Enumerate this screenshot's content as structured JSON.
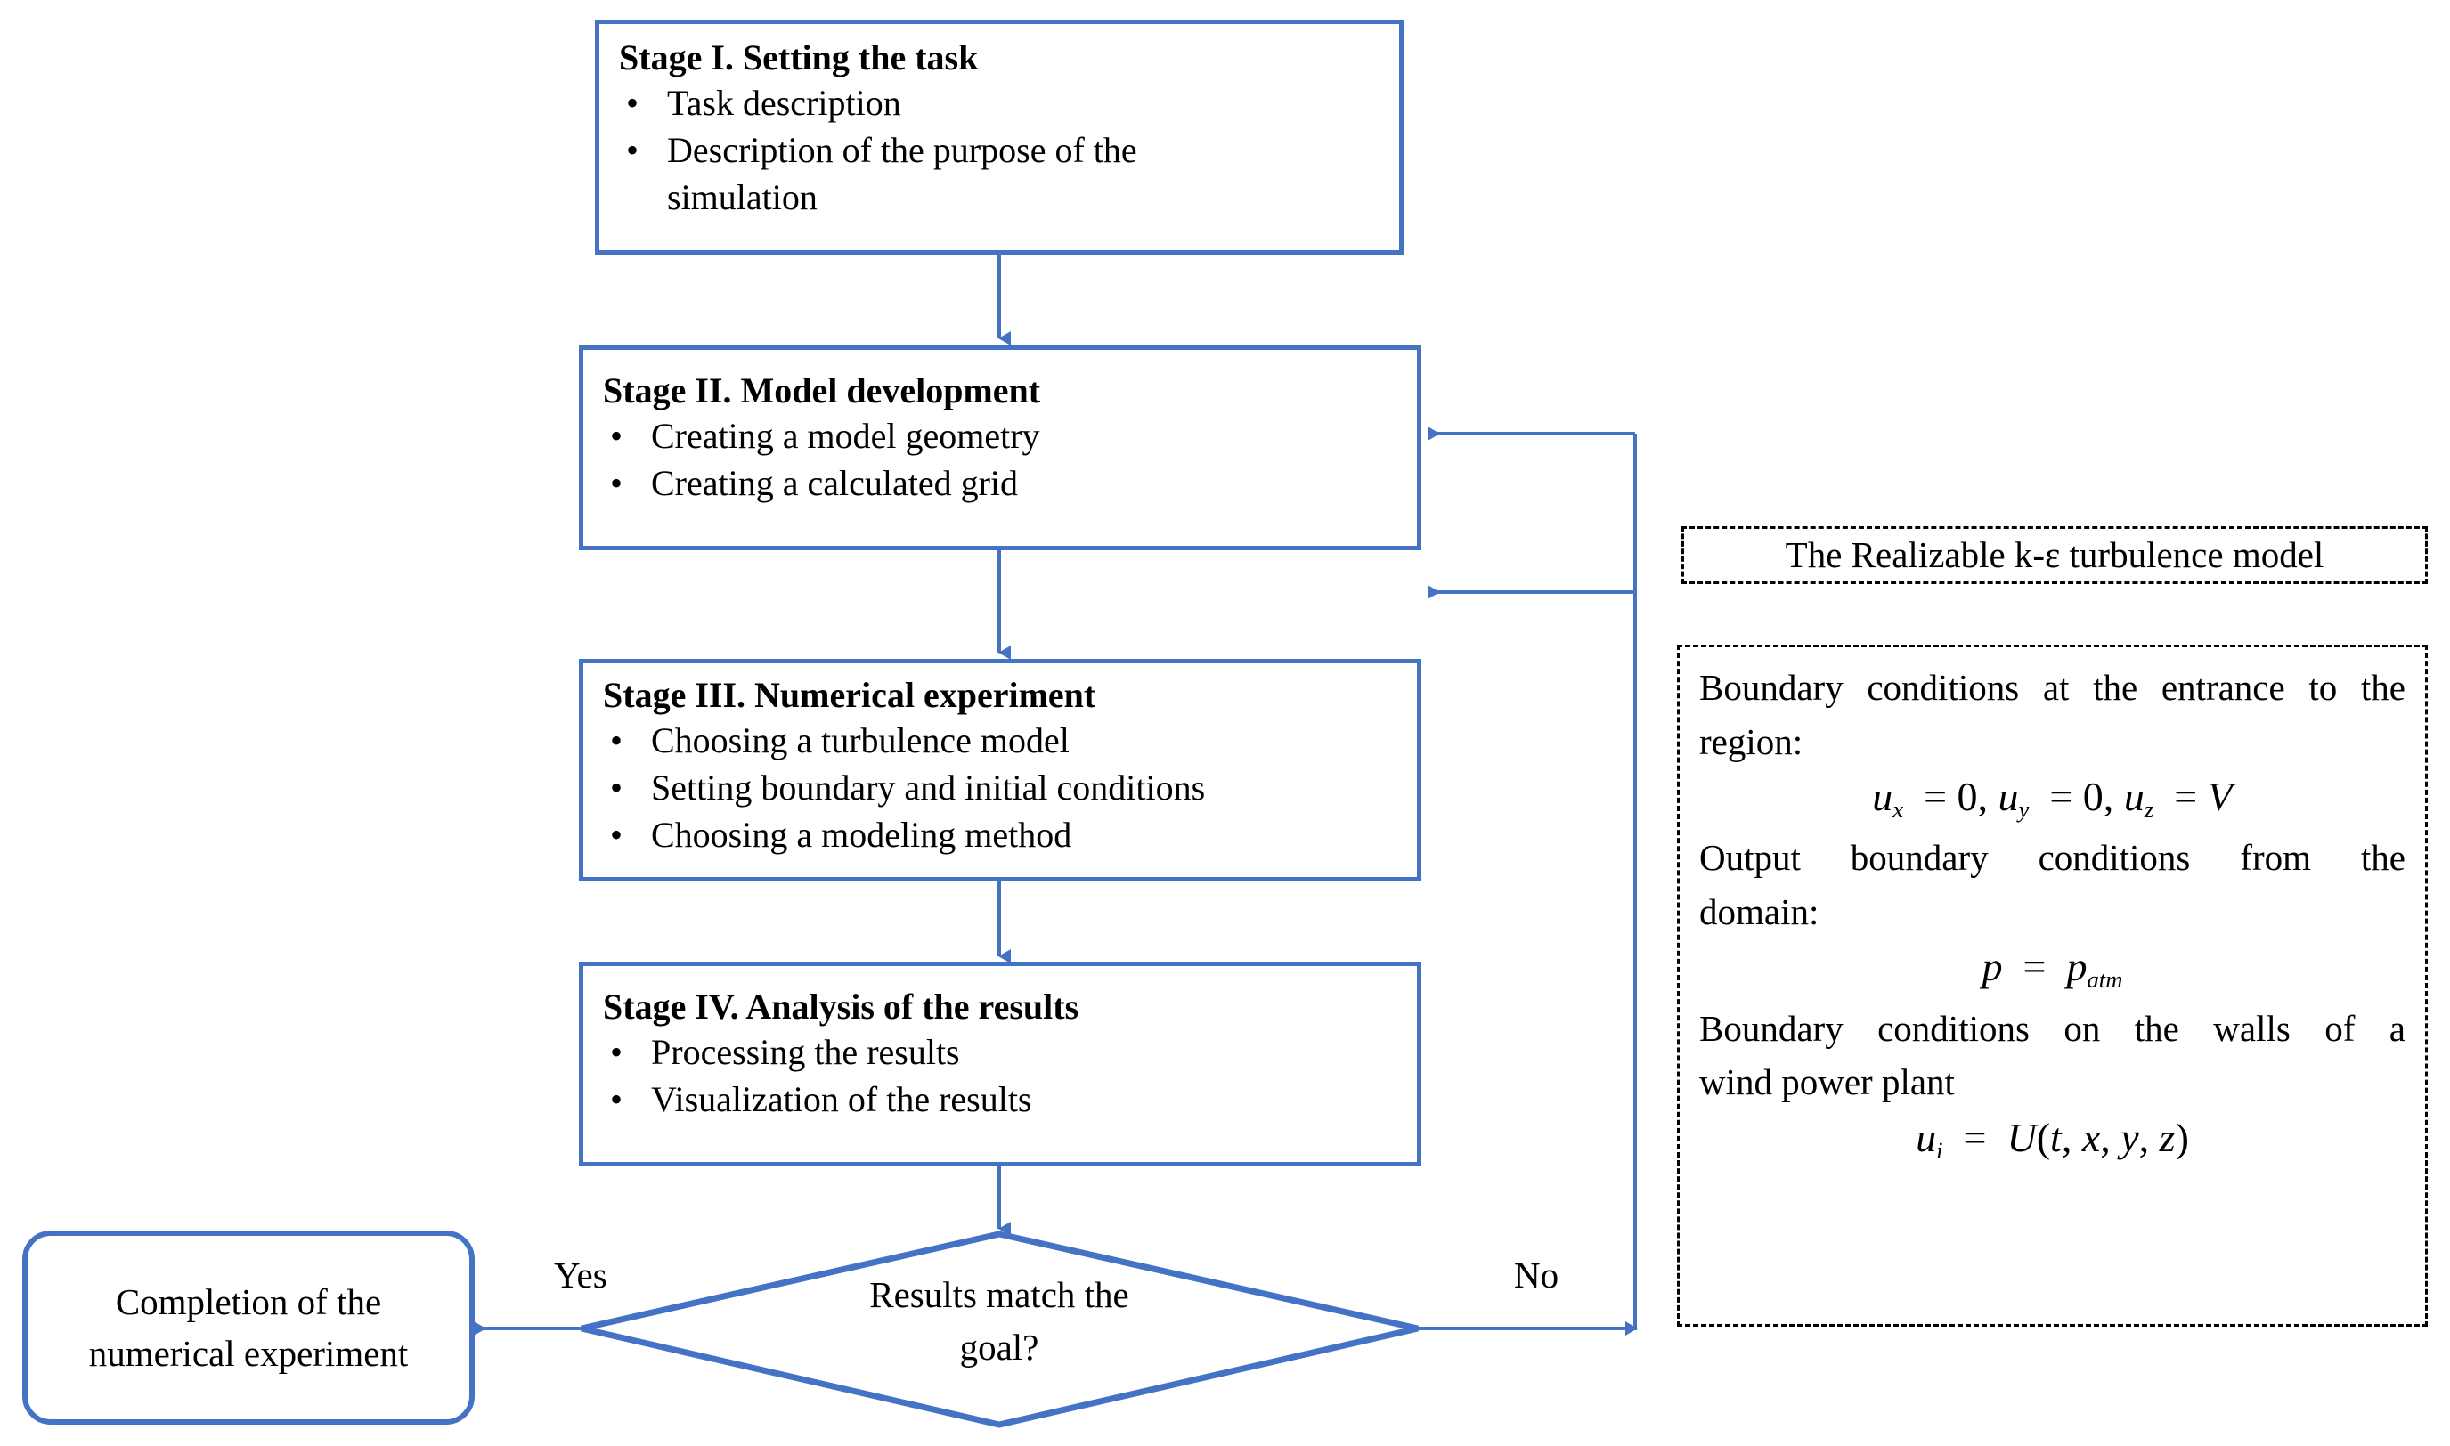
{
  "diagram": {
    "type": "flowchart",
    "title": "CFD numerical experiment workflow",
    "accent_color": "#4472C4",
    "note_border_color": "#000000",
    "text_color": "#000000",
    "background": "#ffffff"
  },
  "stages": [
    {
      "id": "stage-1",
      "title": "Stage I. Setting the task",
      "bullets": [
        "Task description",
        "Description of the purpose of the",
        "simulation"
      ]
    },
    {
      "id": "stage-2",
      "title": "Stage II. Model development",
      "bullets": [
        "Creating a model geometry",
        "Creating a calculated grid"
      ]
    },
    {
      "id": "stage-3",
      "title": "Stage III. Numerical experiment",
      "bullets": [
        "Choosing a turbulence model",
        "Setting boundary and initial conditions",
        "Choosing a modeling method"
      ]
    },
    {
      "id": "stage-4",
      "title": "Stage IV. Analysis of the results",
      "bullets": [
        "Processing the results",
        "Visualization of the results"
      ]
    }
  ],
  "decision": {
    "line1": "Results match the",
    "line2": "goal?",
    "yes_label": "Yes",
    "no_label": "No"
  },
  "terminator": {
    "line1": "Completion of the",
    "line2": "numerical experiment"
  },
  "notes": [
    {
      "id": "turbulence-note",
      "text": "The Realizable k-ε turbulence model"
    },
    {
      "id": "boundary-conditions-note",
      "paragraphs": [
        "Boundary conditions at the entrance to the",
        "region:"
      ],
      "formula_1": "u_x = 0, u_y = 0, u_z = V",
      "paragraphs_2": [
        "Output boundary conditions from the",
        "domain:"
      ],
      "formula_2": "p = p_atm",
      "paragraphs_3": [
        "Boundary conditions on the walls of a",
        "wind power plant"
      ],
      "formula_3": "u_i = U(t, x, y, z)"
    }
  ],
  "bullet_glyph": "•"
}
